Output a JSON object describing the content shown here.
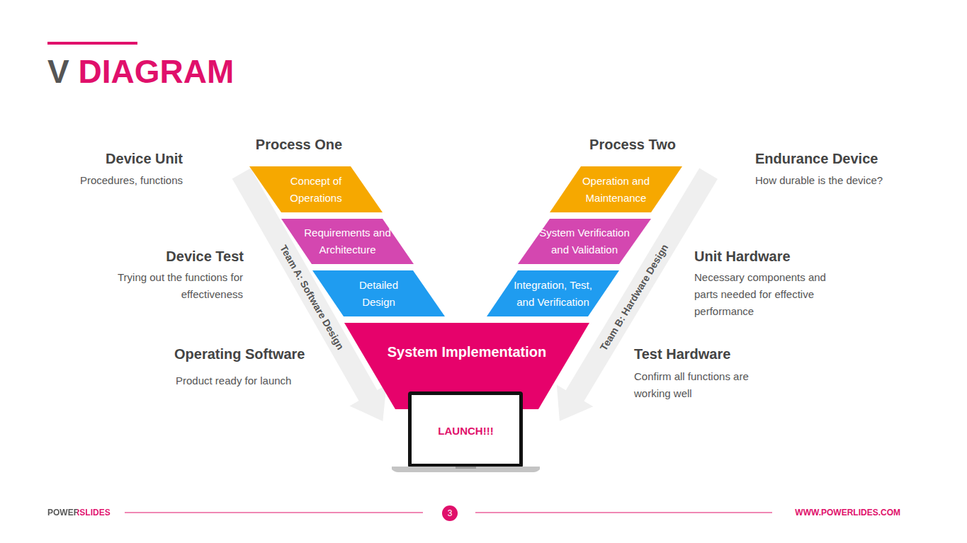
{
  "diagram": {
    "title": "V DIAGRAM",
    "nodes": [
      {
        "text": [
          "Concept of Operations"
        ]
      },
      {
        "text": [
          "Requirements and Architecture"
        ]
      },
      {
        "text": [
          "Detailed Design"
        ]
      },
      {
        "text": [
          "Operation and Maintenance"
        ]
      },
      {
        "text": [
          "System Verification and Validation"
        ]
      },
      {
        "text": [
          "Integration, Test, and Verification"
        ]
      },
      {
        "text": [
          "System Implementation"
        ]
      },
      {
        "text": [
          "Team A:  Software Design"
        ]
      },
      {
        "text": [
          "Team B:  Hardware Design"
        ]
      },
      {
        "text": [
          "LAUNCH!!!"
        ]
      }
    ],
    "labels": [
      "Process One",
      "Process Two",
      "Device Unit",
      "Procedures, functions",
      "Device Test",
      "Trying out the functions for effectiveness",
      "Operating Software",
      "Product ready for launch",
      "Endurance Device",
      "How durable is the device?",
      "Unit Hardware",
      "Necessary components and parts needed for effective performance",
      "Test Hardware",
      "Confirm all functions are working well",
      "POWERSLIDES",
      "3",
      "WWW.POWERLIDES.COM"
    ]
  }
}
